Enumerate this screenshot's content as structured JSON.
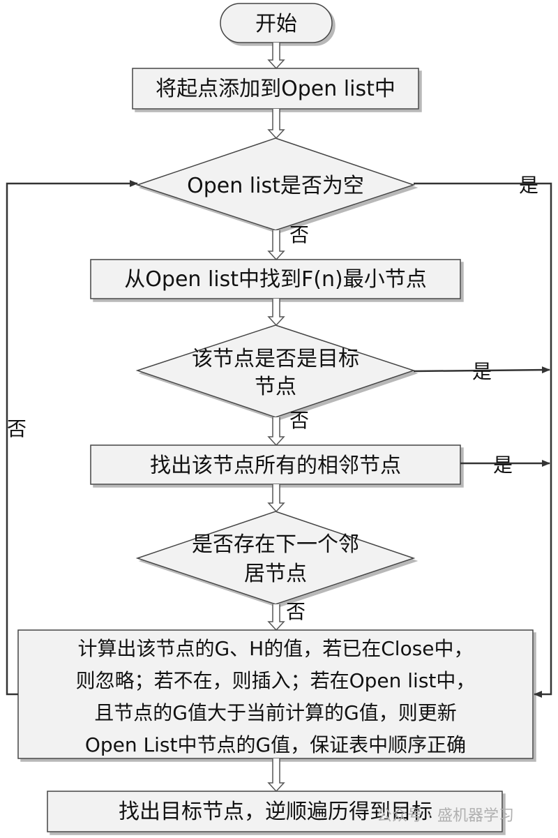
{
  "nodes": {
    "start": "开始",
    "add_start": "将起点添加到Open list中",
    "open_empty": "Open list是否为空",
    "find_min": "从Open list中找到F(n)最小节点",
    "is_target": [
      "该节点是否是目标",
      "节点"
    ],
    "find_neighbors": "找出该节点所有的相邻节点",
    "has_next": [
      "是否存在下一个邻",
      "居节点"
    ],
    "compute": [
      "计算出该节点的G、H的值，若已在Close中，",
      "则忽略；若不在，则插入；若在Open list中，",
      "且节点的G值大于当前计算的G值，则更新",
      "Open List中节点的G值，保证表中顺序正确"
    ],
    "final": "找出目标节点，逆顺遍历得到目标"
  },
  "labels": {
    "yes": "是",
    "no": "否"
  },
  "watermark": "公众号 · 盛机器学习"
}
